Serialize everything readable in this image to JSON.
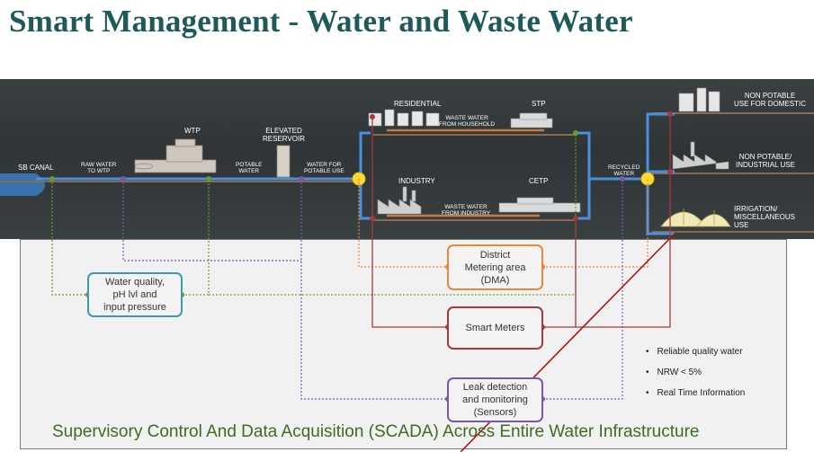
{
  "title": "Smart Management - Water and Waste Water",
  "infra_labels": {
    "sb_canal": "SB CANAL",
    "raw_water": "RAW WATER\nTO WTP",
    "wtp": "WTP",
    "potable_water": "POTABLE\nWATER",
    "elevated_reservoir": "ELEVATED\nRESERVOIR",
    "water_for_potable": "WATER FOR\nPOTABLE USE",
    "residential": "RESIDENTIAL",
    "waste_household": "WASTE WATER\nFROM HOUSEHOLD",
    "stp": "STP",
    "industry": "INDUSTRY",
    "waste_industry": "WASTE WATER\nFROM INDUSTRY",
    "cetp": "CETP",
    "recycled_water": "RECYCLED\nWATER",
    "non_potable_domestic": "NON POTABLE\nUSE FOR DOMESTIC",
    "non_potable_industrial": "NON POTABLE/\nINDUSTRIAL USE",
    "irrigation": "IRRIGATION/\nMISCELLANEOUS\nUSE"
  },
  "boxes": {
    "water_quality": "Water quality,\npH lvl and\ninput pressure",
    "dma": "District\nMetering area\n(DMA)",
    "smart_meters": "Smart Meters",
    "leak_detection": "Leak detection\nand monitoring\n(Sensors)"
  },
  "bullets": [
    "Reliable quality water",
    "NRW < 5%",
    "Real Time Information"
  ],
  "scada": "Supervisory Control And Data Acquisition (SCADA) Across Entire Water Infrastructure",
  "colors": {
    "title": "#1e5a5a",
    "pipe_blue": "#4a90e2",
    "water_quality_green": "#6a9a2a",
    "dma_orange": "#e8893a",
    "smart_meters_red": "#a33b3b",
    "leak_purple": "#7a5aa8",
    "box_water_quality": "#3c9ab5",
    "scada_text": "#3f6b22"
  }
}
